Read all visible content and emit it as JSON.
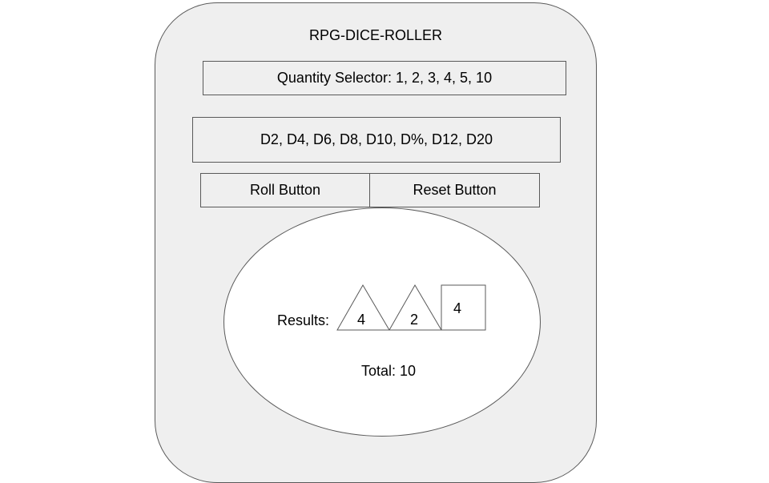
{
  "app": {
    "title": "RPG-DICE-ROLLER"
  },
  "controls": {
    "quantity_selector": "Quantity Selector: 1, 2, 3, 4, 5, 10",
    "dice_types": "D2, D4, D6, D8, D10, D%, D12, D20",
    "roll_button": "Roll Button",
    "reset_button": "Reset Button"
  },
  "results": {
    "label": "Results:",
    "dice": [
      {
        "shape": "triangle",
        "value": "4"
      },
      {
        "shape": "triangle",
        "value": "2"
      },
      {
        "shape": "square",
        "value": "4"
      }
    ],
    "total": "Total: 10"
  },
  "colors": {
    "outline": "#595959",
    "panel_background": "#efefef",
    "results_background": "#ffffff"
  }
}
